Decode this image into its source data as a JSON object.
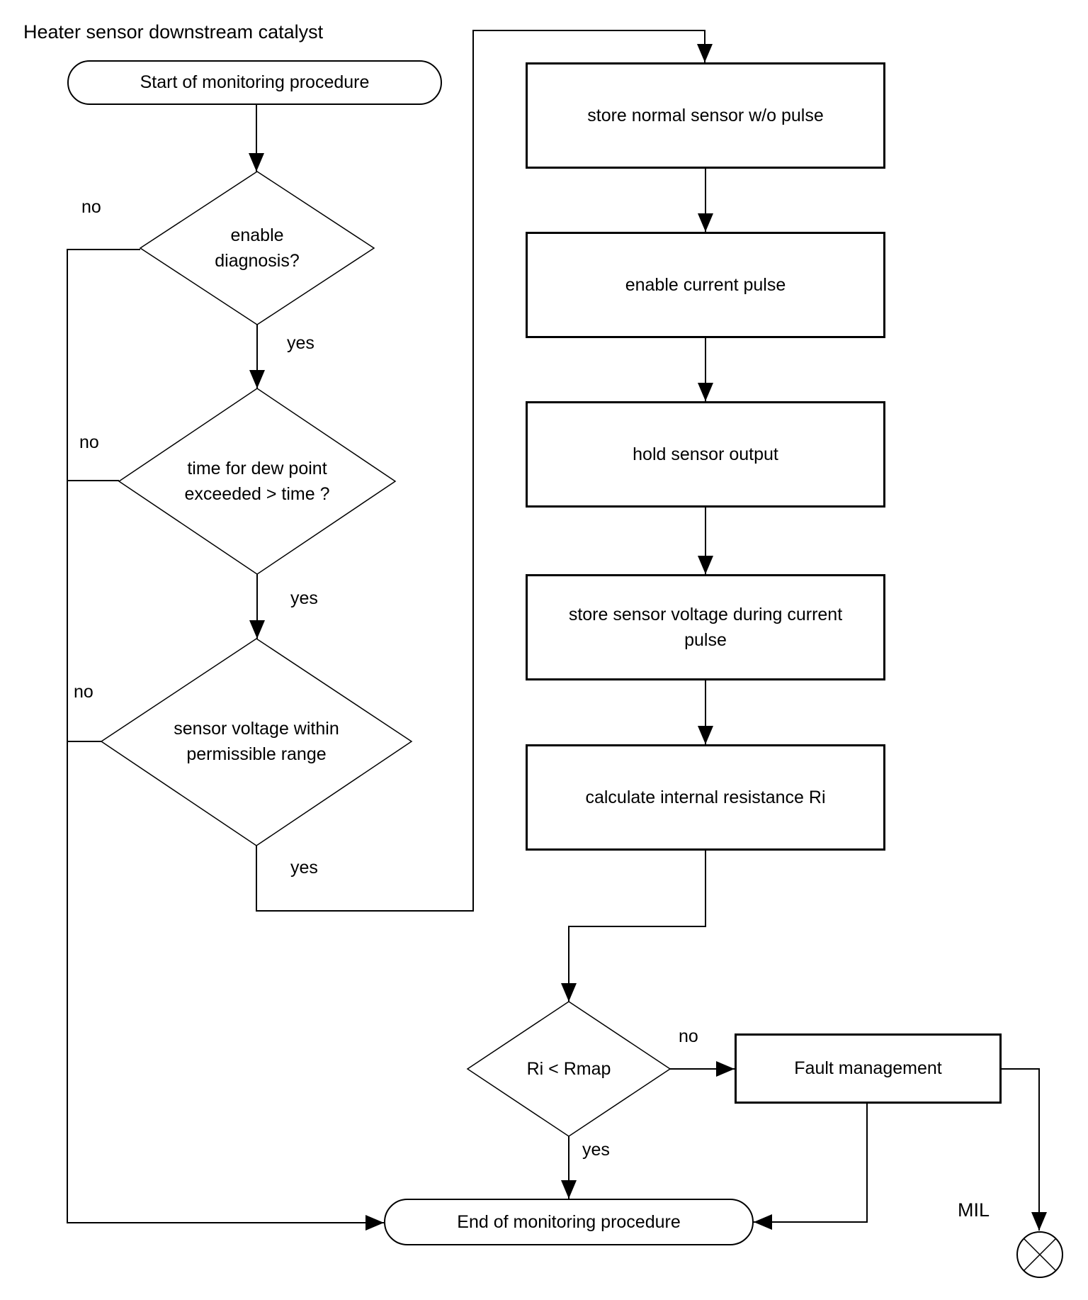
{
  "title": "Heater sensor downstream catalyst",
  "nodes": {
    "start": "Start of monitoring procedure",
    "decision_enable": "enable\ndiagnosis?",
    "decision_dew_point": "time for dew point\nexceeded > time ?",
    "decision_sensor_voltage": "sensor voltage within\npermissible range",
    "store_normal": "store normal sensor w/o pulse",
    "enable_pulse": "enable current pulse",
    "hold_output": "hold sensor output",
    "store_voltage": "store sensor voltage during current\npulse",
    "calculate_ri": "calculate internal resistance Ri",
    "decision_ri": "Ri < Rmap",
    "fault": "Fault management",
    "end": "End of monitoring procedure",
    "mil": "MIL"
  },
  "labels": {
    "yes": "yes",
    "no": "no"
  },
  "colors": {
    "line": "#000000",
    "background": "#ffffff",
    "text": "#000000"
  }
}
